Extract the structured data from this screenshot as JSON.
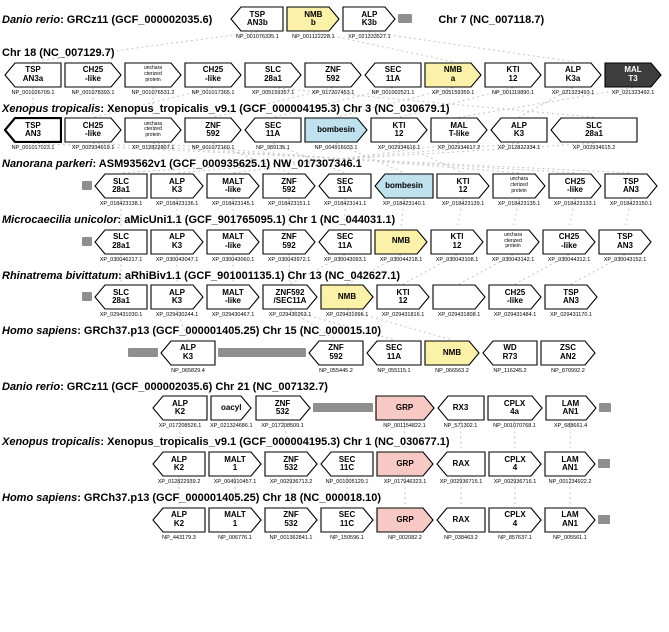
{
  "colors": {
    "white": "#ffffff",
    "nmb": "#fbf1a9",
    "bombesin": "#bfe2ee",
    "grp": "#f8c9c4",
    "dark": "#3d3d3d",
    "bar": "#8f8f8f",
    "link": "#c6c6c6"
  },
  "rows": [
    {
      "inline": true,
      "indent": 18,
      "header": {
        "species": "Danio rerio",
        "info": ": GRCz11 (GCF_000002035.6)",
        "right": "Chr 7 (NC_007118.7)"
      },
      "items": [
        {
          "label": "TSP\nAN3b",
          "dir": "left",
          "color": "white",
          "acc": "NP_001076335.1",
          "w": 54
        },
        {
          "label": "NMB\nb",
          "dir": "right",
          "color": "nmb",
          "acc": "NP_001122228.1",
          "w": 54
        },
        {
          "label": "ALP\nK3b",
          "dir": "right",
          "color": "white",
          "acc": "XP_021333527.1",
          "w": 54
        },
        {
          "bar": true,
          "w": 14
        }
      ]
    },
    {
      "indent": 2,
      "header": {
        "species": "",
        "info": "Chr 18 (NC_007129.7)"
      },
      "items": [
        {
          "label": "TSP\nAN3a",
          "dir": "left",
          "color": "white",
          "acc": "NP_001026709.1",
          "w": 58
        },
        {
          "label": "CH25\n-like",
          "dir": "right",
          "color": "white",
          "acc": "NP_001078393.1",
          "w": 58
        },
        {
          "label": "unchara\ncterized\nprotein",
          "small": true,
          "dir": "right",
          "color": "white",
          "acc": "NP_001076531.2",
          "w": 58
        },
        {
          "label": "CH25\n-like",
          "dir": "right",
          "color": "white",
          "acc": "NP_001017365.1",
          "w": 58
        },
        {
          "label": "SLC\n28a1",
          "dir": "right",
          "color": "white",
          "acc": "XP_005159357.1",
          "w": 58
        },
        {
          "label": "ZNF\n592",
          "dir": "right",
          "color": "white",
          "acc": "XP_017207453.1",
          "w": 58
        },
        {
          "label": "SEC\n11A",
          "dir": "left",
          "color": "white",
          "acc": "NP_001002521.1",
          "w": 58
        },
        {
          "label": "NMB\na",
          "dir": "right",
          "color": "nmb",
          "acc": "XP_005159359.1",
          "w": 58
        },
        {
          "label": "KTI\n12",
          "dir": "right",
          "color": "white",
          "acc": "NP_001119890.1",
          "w": 58
        },
        {
          "label": "ALP\nK3a",
          "dir": "right",
          "color": "white",
          "acc": "XP_021323493.1",
          "w": 58
        },
        {
          "label": "MAL\nT3",
          "dir": "right",
          "color": "dark",
          "acc": "XP_021323492.1",
          "w": 58
        }
      ]
    },
    {
      "indent": 2,
      "header": {
        "species": "Xenopus tropicalis",
        "info": ": Xenopus_tropicalis_v9.1 (GCF_000004195.3) Chr 3 (NC_030679.1)"
      },
      "items": [
        {
          "label": "TSP\nAN3",
          "dir": "left",
          "thick": true,
          "color": "white",
          "acc": "NP_001017023.1",
          "w": 58
        },
        {
          "label": "CH25\n-like",
          "dir": "right",
          "color": "white",
          "acc": "XP_002934619.1",
          "w": 58
        },
        {
          "label": "unchara\ncterized\nprotein",
          "small": true,
          "dir": "right",
          "color": "white",
          "acc": "XP_012822807.1",
          "w": 58
        },
        {
          "label": "ZNF\n592",
          "dir": "right",
          "color": "white",
          "acc": "NP_001072160.1",
          "w": 58
        },
        {
          "label": "SEC\n11A",
          "dir": "left",
          "color": "white",
          "acc": "NP_989135.1",
          "w": 58
        },
        {
          "label": "bombesin",
          "dir": "right",
          "color": "bombesin",
          "acc": "NP_004916033.1",
          "w": 64
        },
        {
          "label": "KTI\n12",
          "dir": "right",
          "color": "white",
          "acc": "XP_002934616.1",
          "w": 58
        },
        {
          "label": "MAL\nT-like",
          "dir": "right",
          "color": "white",
          "acc": "XP_002934617.2",
          "w": 58
        },
        {
          "label": "ALP\nK3",
          "dir": "left",
          "color": "white",
          "acc": "XP_012822334.1",
          "w": 58
        },
        {
          "label": "SLC\n28a1",
          "dir": "left",
          "color": "white",
          "acc": "XP_002934615.2",
          "w": 88
        }
      ]
    },
    {
      "indent": 80,
      "header": {
        "species": "Nanorana parkeri",
        "info": ": ASM93562v1 (GCF_000935625.1) NW_017307346.1"
      },
      "items": [
        {
          "bar": true,
          "w": 10
        },
        {
          "label": "SLC\n28a1",
          "dir": "left",
          "color": "white",
          "acc": "XP_018423138.1",
          "w": 54
        },
        {
          "label": "ALP\nK3",
          "dir": "right",
          "color": "white",
          "acc": "XP_018423136.1",
          "w": 54
        },
        {
          "label": "MALT\n-like",
          "dir": "right",
          "color": "white",
          "acc": "XP_018423145.1",
          "w": 54
        },
        {
          "label": "ZNF\n592",
          "dir": "right",
          "color": "white",
          "acc": "XP_018423151.1",
          "w": 54
        },
        {
          "label": "SEC\n11A",
          "dir": "left",
          "color": "white",
          "acc": "XP_018423141.1",
          "w": 54
        },
        {
          "label": "bombesin",
          "dir": "left",
          "color": "bombesin",
          "acc": "XP_018423140.1",
          "w": 60
        },
        {
          "label": "KTI\n12",
          "dir": "right",
          "color": "white",
          "acc": "XP_018423139.1",
          "w": 54
        },
        {
          "label": "unchara\ncterized\nprotein",
          "small": true,
          "dir": "right",
          "color": "white",
          "acc": "XP_018423135.1",
          "w": 54
        },
        {
          "label": "CH25\n-like",
          "dir": "right",
          "color": "white",
          "acc": "XP_018423133.1",
          "w": 54
        },
        {
          "label": "TSP\nAN3",
          "dir": "right",
          "color": "white",
          "acc": "XP_018423150.1",
          "w": 54
        }
      ]
    },
    {
      "indent": 80,
      "header": {
        "species": "Microcaecilia unicolor",
        "info": ": aMicUni1.1 (GCF_901765095.1) Chr 1 (NC_044031.1)"
      },
      "items": [
        {
          "bar": true,
          "w": 10
        },
        {
          "label": "SLC\n28a1",
          "dir": "left",
          "color": "white",
          "acc": "XP_030046217.1",
          "w": 54
        },
        {
          "label": "ALP\nK3",
          "dir": "right",
          "color": "white",
          "acc": "XP_030043047.1",
          "w": 54
        },
        {
          "label": "MALT\n-like",
          "dir": "right",
          "color": "white",
          "acc": "XP_030043060.1",
          "w": 54
        },
        {
          "label": "ZNF\n592",
          "dir": "right",
          "color": "white",
          "acc": "XP_030043972.1",
          "w": 54
        },
        {
          "label": "SEC\n11A",
          "dir": "left",
          "color": "white",
          "acc": "XP_030043093.1",
          "w": 54
        },
        {
          "label": "NMB",
          "dir": "right",
          "color": "nmb",
          "acc": "XP_030044218.1",
          "w": 54
        },
        {
          "label": "KTI\n12",
          "dir": "right",
          "color": "white",
          "acc": "XP_030043108.1",
          "w": 54
        },
        {
          "label": "unchara\ncterized\nprotein",
          "small": true,
          "dir": "right",
          "color": "white",
          "acc": "XP_030043142.1",
          "w": 54
        },
        {
          "label": "CH25\n-like",
          "dir": "right",
          "color": "white",
          "acc": "XP_030044312.1",
          "w": 54
        },
        {
          "label": "TSP\nAN3",
          "dir": "right",
          "color": "white",
          "acc": "XP_030043152.1",
          "w": 54
        }
      ]
    },
    {
      "indent": 80,
      "header": {
        "species": "Rhinatrema bivittatum",
        "info": ": aRhiBiv1.1 (GCF_901001135.1) Chr 13 (NC_042627.1)"
      },
      "items": [
        {
          "bar": true,
          "w": 10
        },
        {
          "label": "SLC\n28a1",
          "dir": "left",
          "color": "white",
          "acc": "XP_029431030.1",
          "w": 54
        },
        {
          "label": "ALP\nK3",
          "dir": "right",
          "color": "white",
          "acc": "XP_029430244.1",
          "w": 54
        },
        {
          "label": "MALT\n-like",
          "dir": "right",
          "color": "white",
          "acc": "XP_029430467.1",
          "w": 54
        },
        {
          "label": "ZNF592\n/SEC11A",
          "dir": "right",
          "color": "white",
          "acc": "XP_029430263.1",
          "w": 56
        },
        {
          "label": "NMB",
          "dir": "right",
          "color": "nmb",
          "acc": "XP_029431696.1",
          "w": 54
        },
        {
          "label": "KTI\n12",
          "dir": "right",
          "color": "white",
          "acc": "XP_029431816.1",
          "w": 54
        },
        {
          "label": "",
          "dir": "right",
          "color": "white",
          "acc": "XP_029431808.1",
          "w": 54
        },
        {
          "label": "CH25\n-like",
          "dir": "right",
          "color": "white",
          "acc": "XP_029431484.1",
          "w": 54
        },
        {
          "label": "TSP\nAN3",
          "dir": "right",
          "color": "white",
          "acc": "XP_029431170.1",
          "w": 54
        }
      ]
    },
    {
      "indent": 126,
      "header": {
        "species": "Homo sapiens",
        "info": ": GRCh37.p13 (GCF_000001405.25) Chr 15 (NC_000015.10)"
      },
      "items": [
        {
          "bar": true,
          "w": 30
        },
        {
          "label": "ALP\nK3",
          "dir": "left",
          "color": "white",
          "acc": "NP_065829.4",
          "w": 56
        },
        {
          "bar": true,
          "w": 88
        },
        {
          "label": "ZNF\n592",
          "dir": "left",
          "color": "white",
          "acc": "NP_055445.2",
          "w": 56
        },
        {
          "label": "SEC\n11A",
          "dir": "left",
          "color": "white",
          "acc": "NP_055115.1",
          "w": 56
        },
        {
          "label": "NMB",
          "dir": "right",
          "color": "nmb",
          "acc": "NP_066563.2",
          "w": 56
        },
        {
          "label": "WD\nR73",
          "dir": "left",
          "color": "white",
          "acc": "NP_116245.2",
          "w": 56
        },
        {
          "label": "ZSC\nAN2",
          "dir": "right",
          "color": "white",
          "acc": "NP_870992.2",
          "w": 56
        }
      ]
    },
    {
      "indent": 150,
      "header": {
        "species": "Danio rerio",
        "info": ": GRCz11 (GCF_000002035.6) Chr 21 (NC_007132.7)"
      },
      "items": [
        {
          "label": "ALP\nK2",
          "dir": "left",
          "color": "white",
          "acc": "XP_017208526.1",
          "w": 56
        },
        {
          "label": "oacyl",
          "dir": "right",
          "color": "white",
          "acc": "XP_021324686.1",
          "w": 42
        },
        {
          "label": "ZNF\n532",
          "dir": "right",
          "color": "white",
          "acc": "XP_017208509.1",
          "w": 56
        },
        {
          "bar": true,
          "w": 60
        },
        {
          "label": "GRP",
          "dir": "right",
          "color": "grp",
          "acc": "NP_001154822.1",
          "w": 60
        },
        {
          "label": "RX3",
          "dir": "left",
          "color": "white",
          "acc": "NP_571302.1",
          "w": 48
        },
        {
          "label": "CPLX\n4a",
          "dir": "right",
          "color": "white",
          "acc": "NP_001070768.1",
          "w": 56
        },
        {
          "label": "LAM\nAN1",
          "dir": "right",
          "color": "white",
          "acc": "XP_688661.4",
          "w": 52
        },
        {
          "bar": true,
          "w": 12
        }
      ]
    },
    {
      "indent": 150,
      "header": {
        "species": "Xenopus tropicalis",
        "info": ": Xenopus_tropicalis_v9.1 (GCF_000004195.3) Chr 1 (NC_030677.1)"
      },
      "items": [
        {
          "label": "ALP\nK2",
          "dir": "left",
          "color": "white",
          "acc": "XP_012822939.2",
          "w": 54
        },
        {
          "label": "MALT\n1",
          "dir": "right",
          "color": "white",
          "acc": "XP_004910457.1",
          "w": 54
        },
        {
          "label": "ZNF\n532",
          "dir": "right",
          "color": "white",
          "acc": "XP_002936713.2",
          "w": 54
        },
        {
          "label": "SEC\n11C",
          "dir": "left",
          "color": "white",
          "acc": "NP_001005129.1",
          "w": 54
        },
        {
          "label": "GRP",
          "dir": "right",
          "color": "grp",
          "acc": "XP_017946323.1",
          "w": 58
        },
        {
          "label": "RAX",
          "dir": "left",
          "color": "white",
          "acc": "XP_002936715.1",
          "w": 50
        },
        {
          "label": "CPLX\n4",
          "dir": "right",
          "color": "white",
          "acc": "XP_002936716.1",
          "w": 54
        },
        {
          "label": "LAM\nAN1",
          "dir": "right",
          "color": "white",
          "acc": "NP_001234922.2",
          "w": 52
        },
        {
          "bar": true,
          "w": 12
        }
      ]
    },
    {
      "indent": 150,
      "header": {
        "species": "Homo sapiens",
        "info": ": GRCh37.p13 (GCF_000001405.25) Chr 18 (NC_000018.10)"
      },
      "items": [
        {
          "label": "ALP\nK2",
          "dir": "left",
          "color": "white",
          "acc": "NP_443179.3",
          "w": 54
        },
        {
          "label": "MALT\n1",
          "dir": "right",
          "color": "white",
          "acc": "NP_006776.1",
          "w": 54
        },
        {
          "label": "ZNF\n532",
          "dir": "right",
          "color": "white",
          "acc": "NP_001362841.1",
          "w": 54
        },
        {
          "label": "SEC\n11C",
          "dir": "right",
          "color": "white",
          "acc": "NP_150596.1",
          "w": 54
        },
        {
          "label": "GRP",
          "dir": "right",
          "color": "grp",
          "acc": "NP_002082.2",
          "w": 58
        },
        {
          "label": "RAX",
          "dir": "left",
          "color": "white",
          "acc": "NP_038463.2",
          "w": 50
        },
        {
          "label": "CPLX\n4",
          "dir": "right",
          "color": "white",
          "acc": "NP_857637.1",
          "w": 54
        },
        {
          "label": "LAM\nAN1",
          "dir": "right",
          "color": "white",
          "acc": "NP_005561.1",
          "w": 52
        },
        {
          "bar": true,
          "w": 12
        }
      ]
    }
  ],
  "connections": [
    [
      0,
      0,
      1,
      0
    ],
    [
      0,
      1,
      1,
      7
    ],
    [
      0,
      2,
      1,
      9
    ],
    [
      1,
      0,
      2,
      0
    ],
    [
      1,
      1,
      2,
      1
    ],
    [
      1,
      2,
      2,
      2
    ],
    [
      1,
      3,
      2,
      1
    ],
    [
      1,
      4,
      2,
      9
    ],
    [
      1,
      5,
      2,
      3
    ],
    [
      1,
      6,
      2,
      4
    ],
    [
      1,
      7,
      2,
      5
    ],
    [
      1,
      8,
      2,
      6
    ],
    [
      1,
      9,
      2,
      8
    ],
    [
      1,
      10,
      2,
      7
    ],
    [
      2,
      0,
      3,
      10
    ],
    [
      2,
      1,
      3,
      9
    ],
    [
      2,
      2,
      3,
      8
    ],
    [
      2,
      3,
      3,
      4
    ],
    [
      2,
      4,
      3,
      5
    ],
    [
      2,
      5,
      3,
      6
    ],
    [
      2,
      6,
      3,
      7
    ],
    [
      2,
      7,
      3,
      3
    ],
    [
      2,
      8,
      3,
      2
    ],
    [
      2,
      9,
      3,
      1
    ],
    [
      3,
      1,
      4,
      1
    ],
    [
      3,
      2,
      4,
      2
    ],
    [
      3,
      3,
      4,
      3
    ],
    [
      3,
      4,
      4,
      4
    ],
    [
      3,
      5,
      4,
      5
    ],
    [
      3,
      6,
      4,
      6
    ],
    [
      3,
      7,
      4,
      7
    ],
    [
      3,
      8,
      4,
      8
    ],
    [
      3,
      9,
      4,
      9
    ],
    [
      3,
      10,
      4,
      10
    ],
    [
      4,
      1,
      5,
      1
    ],
    [
      4,
      2,
      5,
      2
    ],
    [
      4,
      3,
      5,
      3
    ],
    [
      4,
      4,
      5,
      4
    ],
    [
      4,
      5,
      5,
      4
    ],
    [
      4,
      6,
      5,
      5
    ],
    [
      4,
      7,
      5,
      6
    ],
    [
      4,
      8,
      5,
      7
    ],
    [
      4,
      9,
      5,
      8
    ],
    [
      4,
      10,
      5,
      9
    ],
    [
      5,
      2,
      6,
      1
    ],
    [
      5,
      4,
      6,
      3
    ],
    [
      5,
      4,
      6,
      4
    ],
    [
      5,
      5,
      6,
      5
    ],
    [
      7,
      0,
      8,
      0
    ],
    [
      7,
      2,
      8,
      2
    ],
    [
      7,
      4,
      8,
      4
    ],
    [
      7,
      5,
      8,
      5
    ],
    [
      7,
      6,
      8,
      6
    ],
    [
      7,
      7,
      8,
      7
    ],
    [
      8,
      0,
      9,
      0
    ],
    [
      8,
      1,
      9,
      1
    ],
    [
      8,
      2,
      9,
      2
    ],
    [
      8,
      3,
      9,
      3
    ],
    [
      8,
      4,
      9,
      4
    ],
    [
      8,
      5,
      9,
      5
    ],
    [
      8,
      6,
      9,
      6
    ],
    [
      8,
      7,
      9,
      7
    ]
  ]
}
